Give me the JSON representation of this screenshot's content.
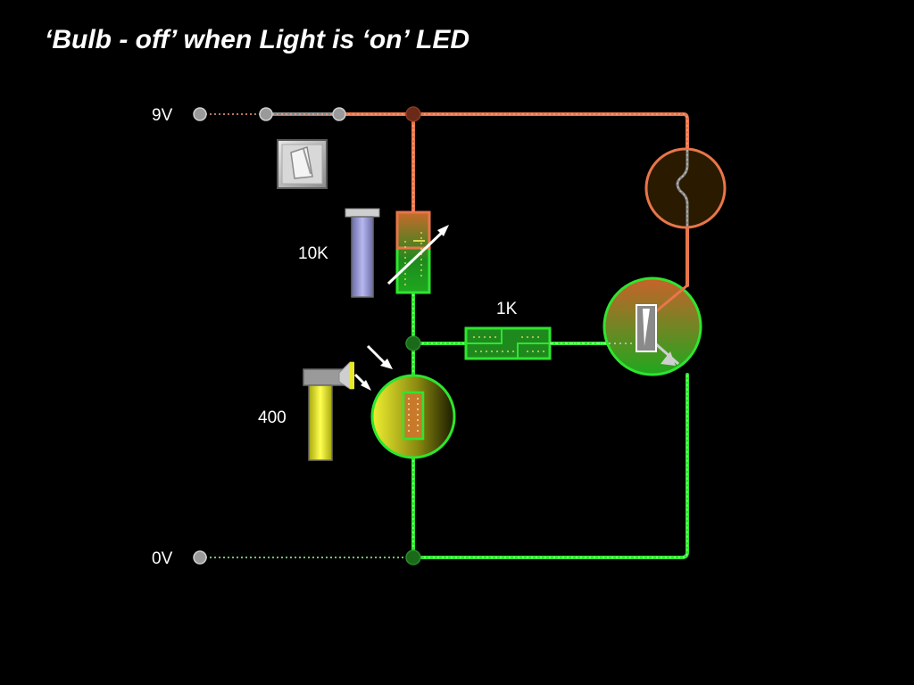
{
  "title": "‘Bulb - off’ when Light is ‘on’ LED",
  "labels": {
    "supply_positive": "9V",
    "supply_zero": "0V",
    "variable_resistor": "10K",
    "base_resistor": "1K",
    "ldr_resistance": "400"
  },
  "colors": {
    "background": "#000000",
    "hot_wire": "#e8764a",
    "ground_wire": "#2ee62e",
    "slider_blue": "#9a9ad8",
    "slider_yellow": "#e8e82a",
    "text": "#ffffff"
  },
  "sliders": {
    "variable_resistor_level": 0.0,
    "light_level": 0.85
  },
  "components": [
    "switch-icon",
    "variable-resistor-icon",
    "ldr-icon",
    "resistor-icon",
    "transistor-icon",
    "bulb-icon",
    "lamp-icon"
  ]
}
